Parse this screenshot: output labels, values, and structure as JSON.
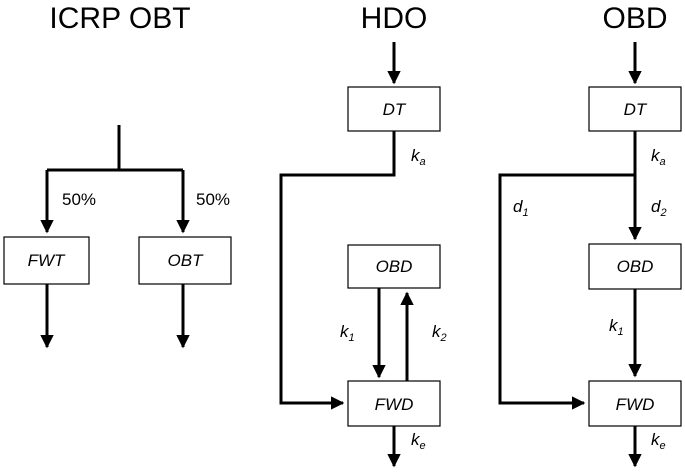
{
  "panels": {
    "icrp": {
      "title": "ICRP OBT",
      "split_left": "50%",
      "split_right": "50%",
      "box_left": "FWT",
      "box_right": "OBT"
    },
    "hdo": {
      "title": "HDO",
      "box_top": "DT",
      "box_mid": "OBD",
      "box_bottom": "FWD",
      "rate_a": {
        "k": "k",
        "sub": "a"
      },
      "rate_1": {
        "k": "k",
        "sub": "1"
      },
      "rate_2": {
        "k": "k",
        "sub": "2"
      },
      "rate_e": {
        "k": "k",
        "sub": "e"
      }
    },
    "obd": {
      "title": "OBD",
      "box_top": "DT",
      "box_mid": "OBD",
      "box_bottom": "FWD",
      "rate_a": {
        "k": "k",
        "sub": "a"
      },
      "rate_d1": {
        "k": "d",
        "sub": "1"
      },
      "rate_d2": {
        "k": "d",
        "sub": "2"
      },
      "rate_1": {
        "k": "k",
        "sub": "1"
      },
      "rate_e": {
        "k": "k",
        "sub": "e"
      }
    }
  }
}
